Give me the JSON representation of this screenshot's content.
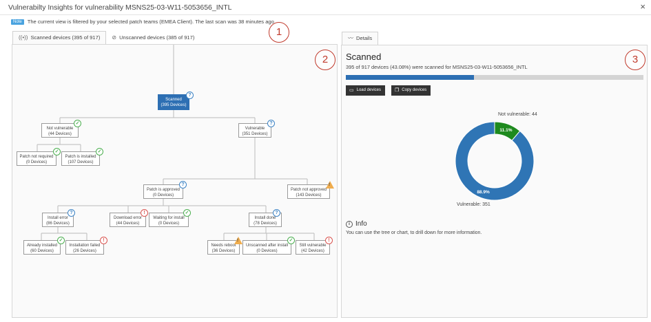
{
  "window": {
    "title": "Vulnerabilty Insights for vulnerability MSNS25-03-W11-5053656_INTL",
    "close_glyph": "×"
  },
  "note": {
    "badge": "Note",
    "text": "The current view is filtered by your selected patch teams (EMEA Client). The last scan was 38 minutes ago."
  },
  "markers": [
    "1",
    "2",
    "3"
  ],
  "left_tabs": [
    {
      "label": "Scanned devices (395 of 917)",
      "icon": "radio-waves-icon"
    },
    {
      "label": "Unscanned devices (385 of 917)",
      "icon": "no-signal-icon"
    }
  ],
  "tree": {
    "root": {
      "label": "Scanned",
      "count": "(395 Devices)"
    },
    "not_vulnerable": {
      "label": "Not vulnerable",
      "count": "(44 Devices)"
    },
    "vulnerable": {
      "label": "Vulnerable",
      "count": "(351 Devices)"
    },
    "patch_not_required": {
      "label": "Patch not required",
      "count": "(0 Devices)"
    },
    "patch_installed": {
      "label": "Patch is installed",
      "count": "(107 Devices)"
    },
    "patch_approved": {
      "label": "Patch is approved",
      "count": "(0 Devices)"
    },
    "patch_not_approved": {
      "label": "Patch not approved",
      "count": "(143 Devices)"
    },
    "install_error": {
      "label": "Install error",
      "count": "(86 Devices)"
    },
    "download_error": {
      "label": "Download error",
      "count": "(44 Devices)"
    },
    "waiting_install": {
      "label": "Waiting for install",
      "count": "(0 Devices)"
    },
    "install_done": {
      "label": "Install done",
      "count": "(78 Devices)"
    },
    "already_installed": {
      "label": "Already installed",
      "count": "(60 Devices)"
    },
    "install_failed": {
      "label": "Installation failed",
      "count": "(26 Devices)"
    },
    "needs_reboot": {
      "label": "Needs reboot",
      "count": "(36 Devices)"
    },
    "unscanned_after": {
      "label": "Unscanned after install",
      "count": "(0 Devices)"
    },
    "still_vulnerable": {
      "label": "Still vulnerable",
      "count": "(42 Devices)"
    }
  },
  "right_tab": {
    "label": "Details",
    "icon": "chart-line-icon"
  },
  "details": {
    "title": "Scanned",
    "subtitle": "395 of 917 devices (43.08%) were scanned for MSNS25-03-W11-5053656_INTL",
    "progress_percent": 43.08,
    "load_button": "Load devices",
    "copy_button": "Copy devices",
    "info_title": "Info",
    "info_text": "You can use the tree or chart, to drill down for more information."
  },
  "colors": {
    "accent_blue": "#2d6fb3",
    "donut_blue": "#2f75b5",
    "donut_green": "#1e8a1e",
    "marker_red": "#c0392b"
  },
  "chart_data": {
    "type": "pie",
    "donut": true,
    "slices": [
      {
        "name": "Not vulnerable",
        "value": 44,
        "pct_label": "11.1%",
        "outer_label": "Not vulnerable: 44",
        "color": "#1e8a1e"
      },
      {
        "name": "Vulnerable",
        "value": 351,
        "pct_label": "88.9%",
        "outer_label": "Vulnerable: 351",
        "color": "#2f75b5"
      }
    ]
  }
}
